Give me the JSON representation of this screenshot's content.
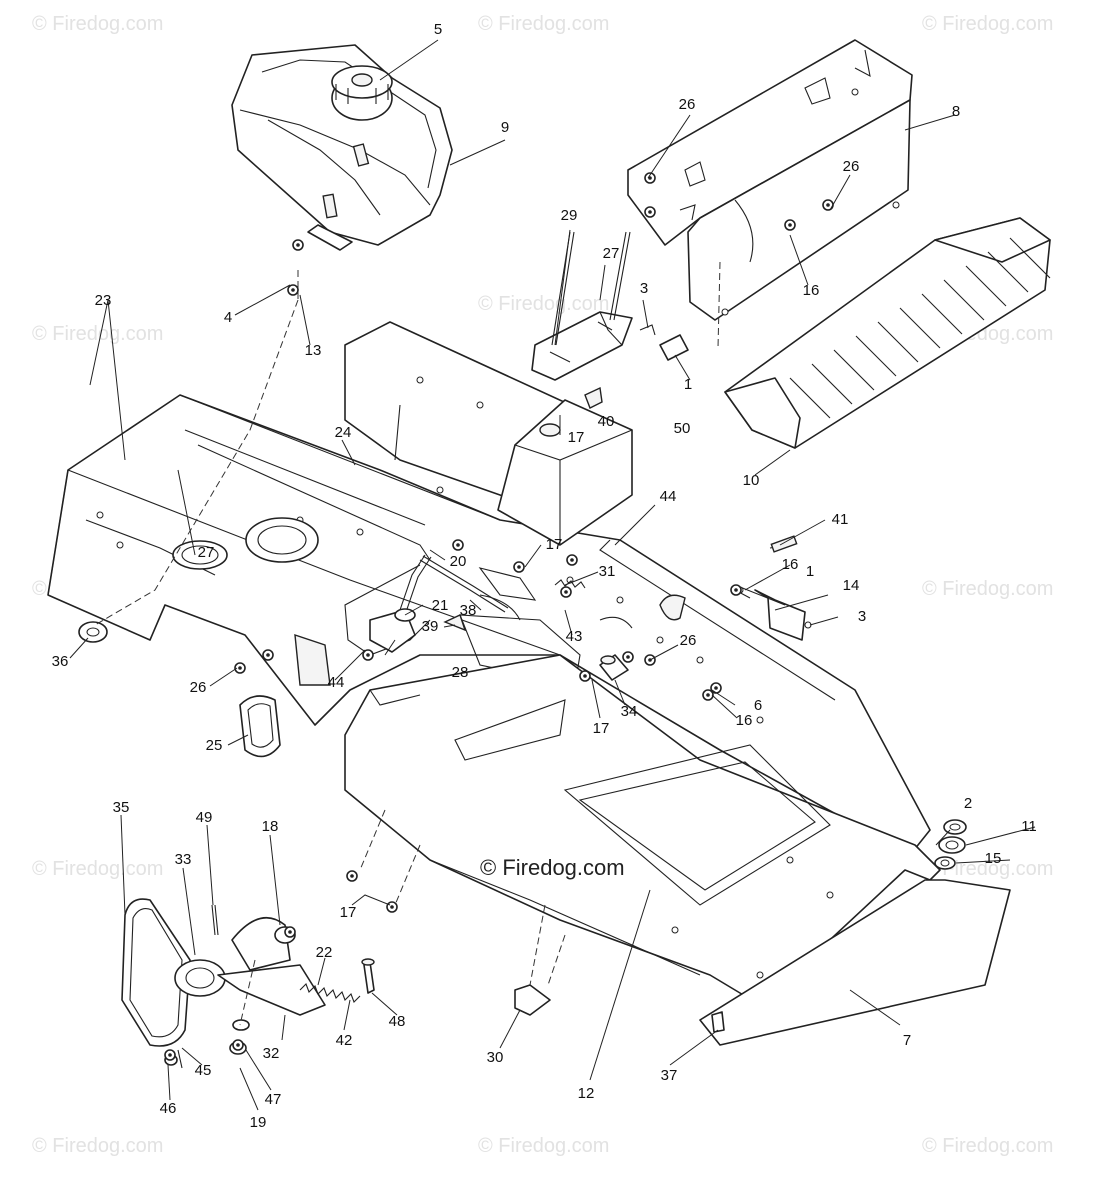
{
  "watermark": {
    "text": "© Firedog.com"
  },
  "center_watermark": {
    "text": "© Firedog.com"
  },
  "callouts": [
    "5",
    "9",
    "8",
    "26",
    "26",
    "16",
    "29",
    "27",
    "3",
    "1",
    "10",
    "4",
    "13",
    "23",
    "27",
    "24",
    "17",
    "40",
    "50",
    "44",
    "41",
    "16",
    "1",
    "14",
    "3",
    "17",
    "20",
    "31",
    "21",
    "38",
    "39",
    "43",
    "26",
    "6",
    "16",
    "36",
    "26",
    "44",
    "28",
    "34",
    "17",
    "25",
    "2",
    "11",
    "15",
    "35",
    "49",
    "18",
    "33",
    "22",
    "48",
    "42",
    "17",
    "45",
    "46",
    "47",
    "19",
    "32",
    "30",
    "12",
    "37",
    "7"
  ]
}
